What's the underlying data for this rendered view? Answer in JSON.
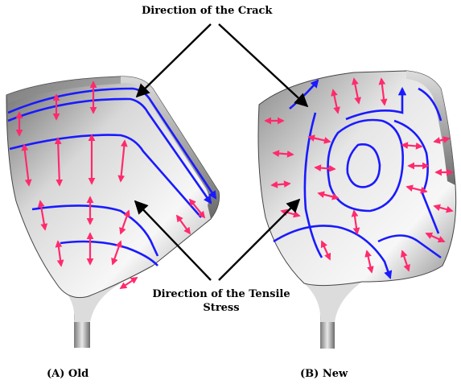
{
  "annotations": {
    "crack": "Direction of the Crack",
    "tensile_line1": "Direction of the Tensile",
    "tensile_line2": "Stress"
  },
  "captions": {
    "old": "(A) Old",
    "new": "(B) New"
  },
  "colors": {
    "crack_lines": "#1a1aff",
    "stress_arrows": "#ff2a6d",
    "surface_light": "#f2f2f2",
    "surface_dark": "#5a5a5a"
  }
}
